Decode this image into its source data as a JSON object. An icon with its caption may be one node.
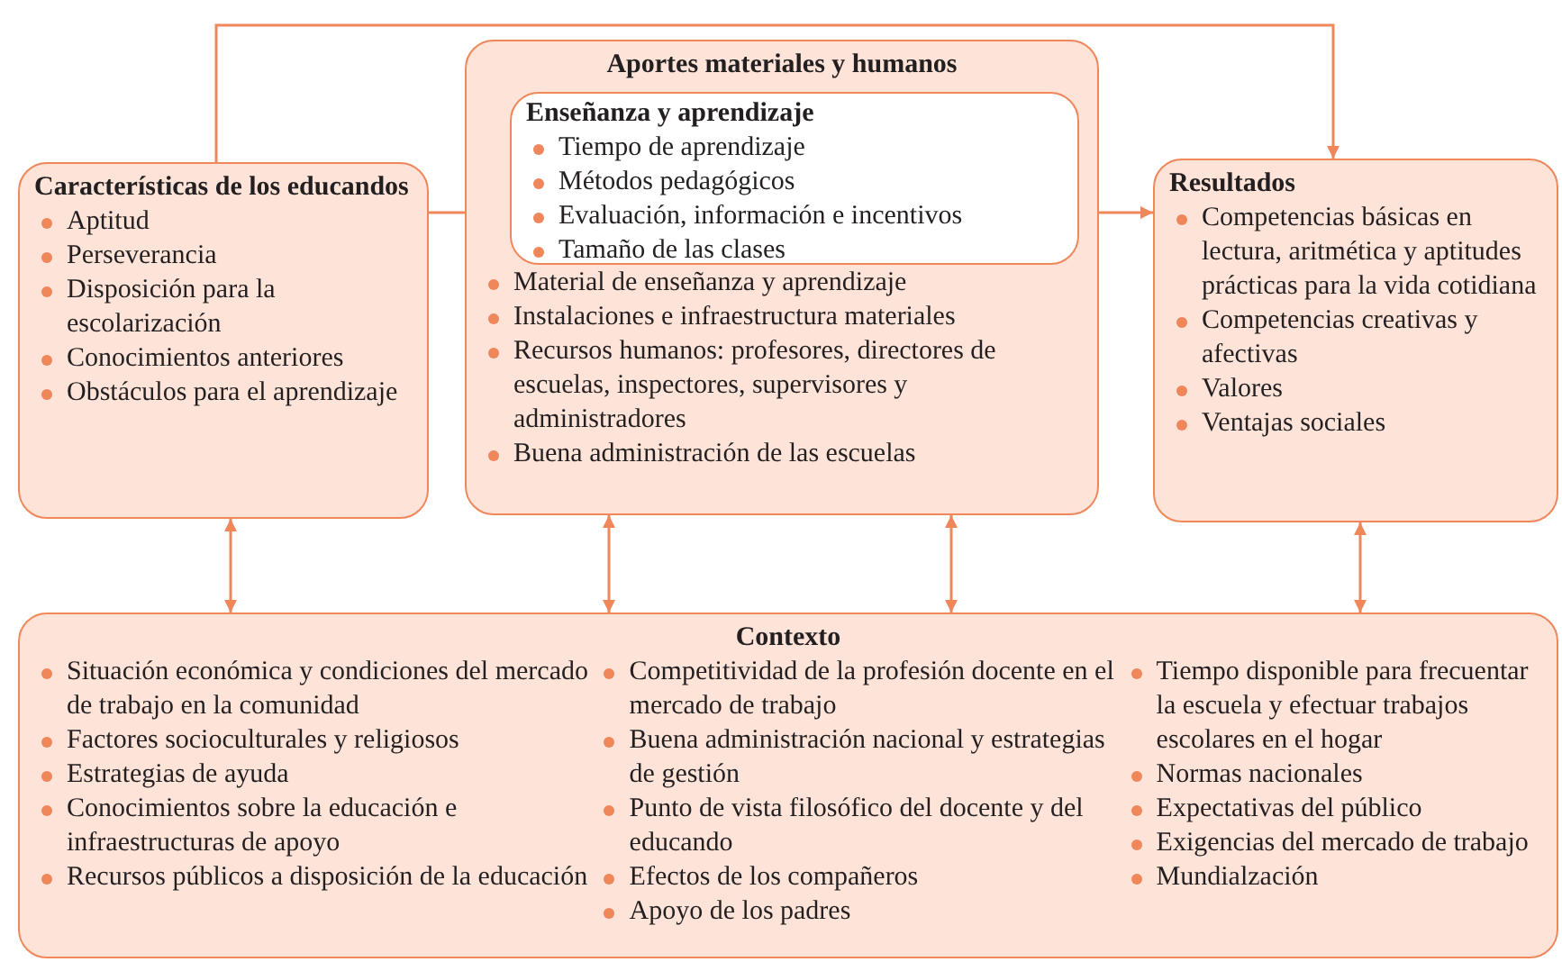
{
  "diagram": {
    "nodes": [
      {
        "text": [
          "Características de los educandos",
          "Aptitud",
          "Perseverancia",
          "Disposición para la escolarización",
          "Conocimientos anteriores",
          "Obstáculos para el aprendizaje"
        ]
      },
      {
        "text": [
          "Aportes materiales y humanos",
          "Material de enseñanza y aprendizaje",
          "Instalaciones e infraestructura materiales",
          "Recursos humanos: profesores, directores de escuelas, inspectores, supervisores y administradores",
          "Buena administración de las escuelas"
        ]
      },
      {
        "text": [
          "Enseñanza y aprendizaje",
          "Tiempo de aprendizaje",
          "Métodos pedagógicos",
          "Evaluación, información e incentivos",
          "Tamaño de las clases"
        ],
        "in": 1
      },
      {
        "text": [
          "Resultados",
          "Competencias básicas en lectura, aritmética y aptitudes prácticas para la vida cotidiana",
          "Competencias creativas y afectivas",
          "Valores",
          "Ventajas sociales"
        ]
      },
      {
        "text": [
          "Contexto",
          "Situación económica y condiciones del mercado de trabajo en la comunidad",
          "Factores socioculturales y religiosos",
          "Estrategias de ayuda",
          "Conocimientos sobre la educación e infraestructuras de apoyo",
          "Recursos públicos a disposición de la educación",
          "Competitividad de la profesión docente en el mercado de trabajo",
          "Buena administración nacional y estrategias de gestión",
          "Punto de vista filosófico del docente y del educando",
          "Efectos de los compañeros",
          "Apoyo de los padres",
          "Tiempo disponible para frecuentar la escuela y efectuar trabajos escolares en el hogar",
          "Normas nacionales",
          "Expectativas del público",
          "Exigencias del mercado de trabajo",
          "Mundialzación"
        ]
      }
    ],
    "edges": [
      {
        "from": 0,
        "to": 3,
        "arrow": "to"
      },
      {
        "from": 0,
        "to": 2,
        "arrow": "to"
      },
      {
        "from": 2,
        "to": 3,
        "arrow": "to"
      },
      {
        "from": 0,
        "to": 4,
        "arrow": "both"
      },
      {
        "from": 1,
        "to": 4,
        "arrow": "both"
      },
      {
        "from": 1,
        "to": 4,
        "arrow": "both"
      },
      {
        "from": 3,
        "to": 4,
        "arrow": "both"
      }
    ]
  }
}
